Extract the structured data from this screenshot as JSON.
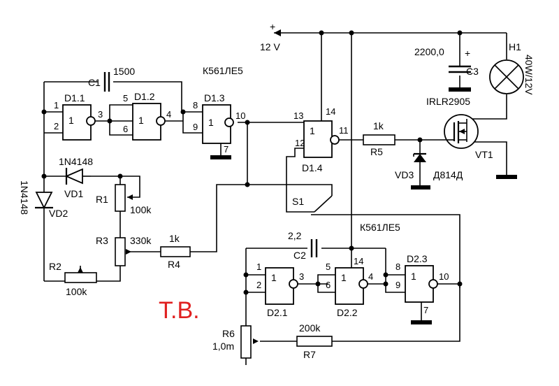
{
  "power": {
    "plus": "+",
    "voltage": "12 V"
  },
  "chip_top": "К561ЛЕ5",
  "chip_bottom": "К561ЛЕ5",
  "gates": {
    "d11": "D1.1",
    "d12": "D1.2",
    "d13": "D1.3",
    "d14": "D1.4",
    "d21": "D2.1",
    "d22": "D2.2",
    "d23": "D2.3",
    "symbol": "1"
  },
  "pins": {
    "p1": "1",
    "p2": "2",
    "p3": "3",
    "p4": "4",
    "p5": "5",
    "p6": "6",
    "p7": "7",
    "p8": "8",
    "p9": "9",
    "p10": "10",
    "p11": "11",
    "p12": "12",
    "p13": "13",
    "p14": "14"
  },
  "components": {
    "c1_name": "C1",
    "c1_value": "1500",
    "c2_name": "C2",
    "c2_value": "2,2",
    "c3_name": "C3",
    "c3_value": "2200,0",
    "c3_plus": "+",
    "vd1_name": "VD1",
    "vd1_type": "1N4148",
    "vd2_name": "VD2",
    "vd2_type": "1N4148",
    "vd3_name": "VD3",
    "vd3_type": "Д814Д",
    "r1_name": "R1",
    "r1_value": "100k",
    "r2_name": "R2",
    "r2_value": "100k",
    "r3_name": "R3",
    "r3_value": "330k",
    "r4_name": "R4",
    "r4_value": "1k",
    "r5_name": "R5",
    "r5_value": "1k",
    "r6_name": "R6",
    "r6_value": "1,0m",
    "r7_name": "R7",
    "r7_value": "200k",
    "s1_name": "S1",
    "vt1_name": "VT1",
    "vt1_type": "IRLR2905",
    "h1_name": "H1",
    "h1_value": "40W/12V"
  },
  "signature": "T.B.",
  "colors": {
    "ink": "#000000",
    "signature": "#e02020"
  }
}
